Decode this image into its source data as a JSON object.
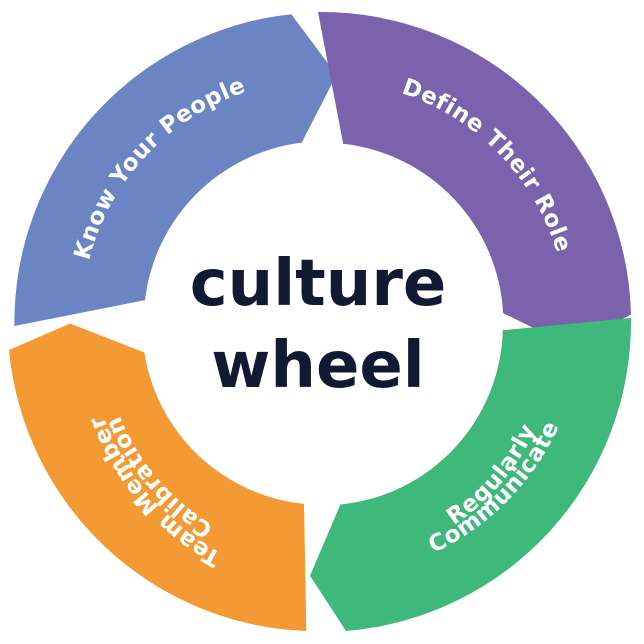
{
  "center": {
    "line1": "culture",
    "line2": "wheel"
  },
  "segments": [
    {
      "id": "know-your-people",
      "lines": [
        "Know Your People"
      ],
      "color": "#6b84c4"
    },
    {
      "id": "define-their-role",
      "lines": [
        "Define Their Role"
      ],
      "color": "#7a62ad"
    },
    {
      "id": "communicate-regularly",
      "lines": [
        "Communicate",
        "Regularly"
      ],
      "color": "#3fb87c"
    },
    {
      "id": "team-member-calibration",
      "lines": [
        "Team Member",
        "Calibration"
      ],
      "color": "#f39a34"
    }
  ],
  "colors": {
    "center_text": "#121a33",
    "segment_text": "#ffffff",
    "background": "#ffffff"
  }
}
